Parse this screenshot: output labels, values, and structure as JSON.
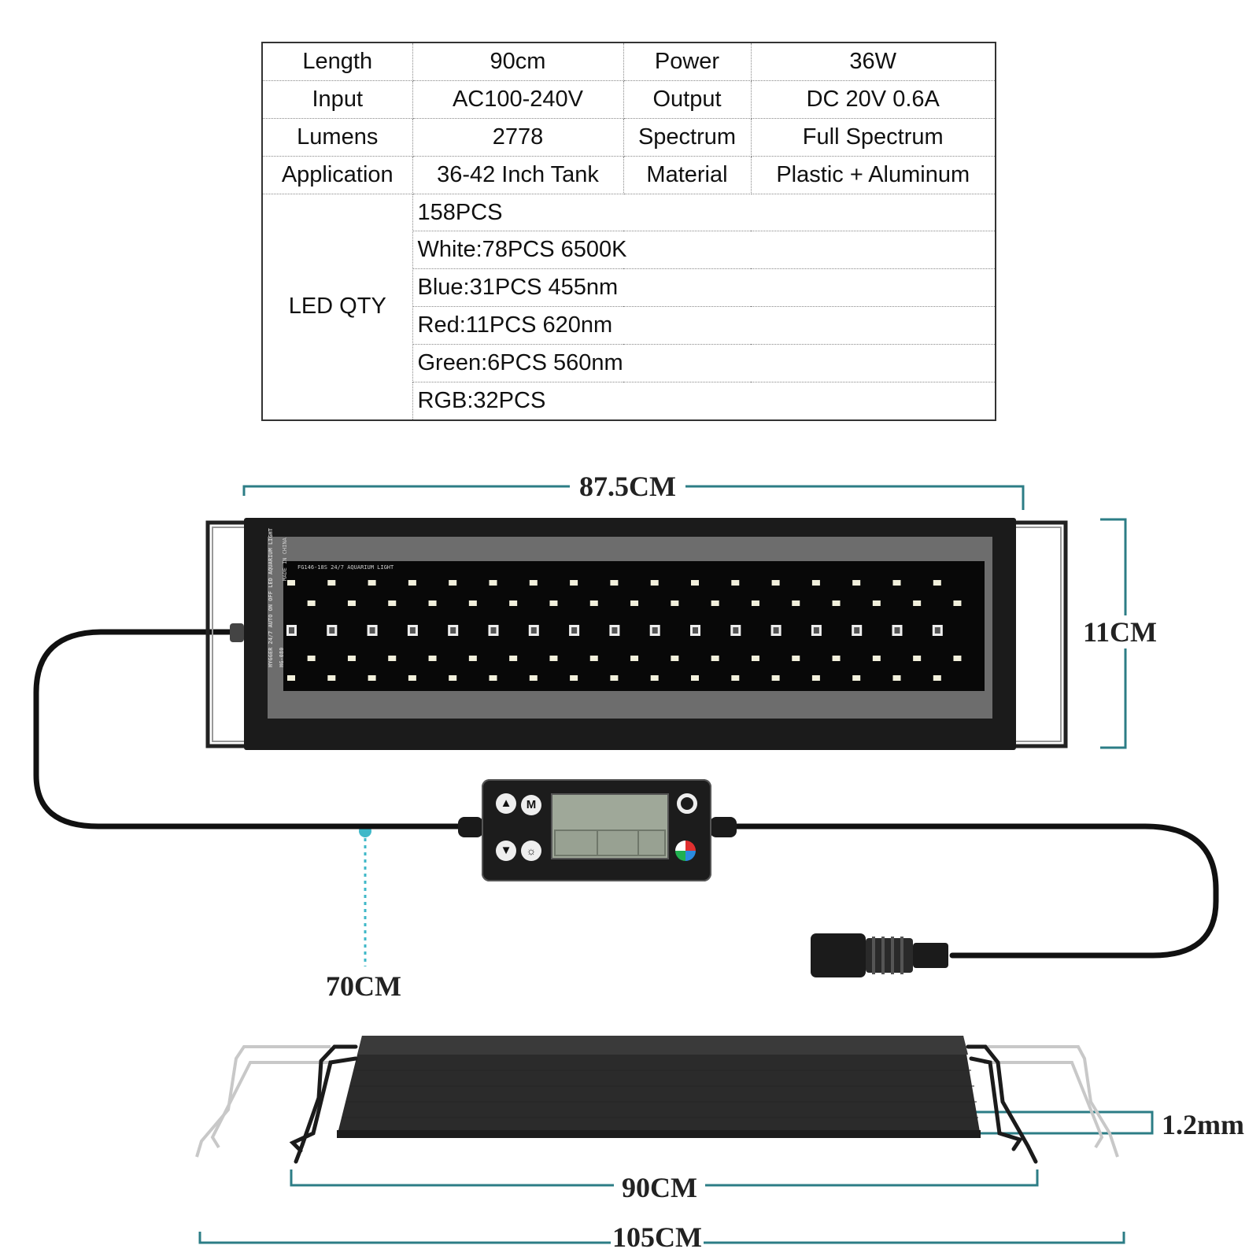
{
  "spec_table": {
    "rows": [
      {
        "label1": "Length",
        "value1": "90cm",
        "label2": "Power",
        "value2": "36W"
      },
      {
        "label1": "Input",
        "value1": "AC100-240V",
        "label2": "Output",
        "value2": "DC 20V 0.6A"
      },
      {
        "label1": "Lumens",
        "value1": "2778",
        "label2": "Spectrum",
        "value2": "Full Spectrum"
      },
      {
        "label1": "Application",
        "value1": "36-42 Inch Tank",
        "label2": "Material",
        "value2": "Plastic + Aluminum"
      }
    ],
    "led_label": "LED QTY",
    "led_items": [
      "158PCS",
      "White:78PCS 6500K",
      "Blue:31PCS 455nm",
      "Red:11PCS 620nm",
      "Green:6PCS 560nm",
      "RGB:32PCS"
    ]
  },
  "dimensions": {
    "bar_length": "87.5CM",
    "bar_height": "11CM",
    "cable_length": "70CM",
    "thickness": "1.2mm",
    "body_length": "90CM",
    "max_length": "105CM"
  },
  "light_bar_text": {
    "model": "FG146-18S 24/7 AQUARIUM LIGHT",
    "made": "MADE IN CHINA",
    "side": "HYGGER 24/7 AUTO ON OFF LED AQUARIUM LIGHT",
    "code": "HG-080"
  },
  "controller": {
    "mode_button": "M",
    "up_button": "▲",
    "down_button": "▼"
  },
  "colors": {
    "dimension_line": "#2c7d86",
    "cable_marker": "#3fb8c8"
  }
}
